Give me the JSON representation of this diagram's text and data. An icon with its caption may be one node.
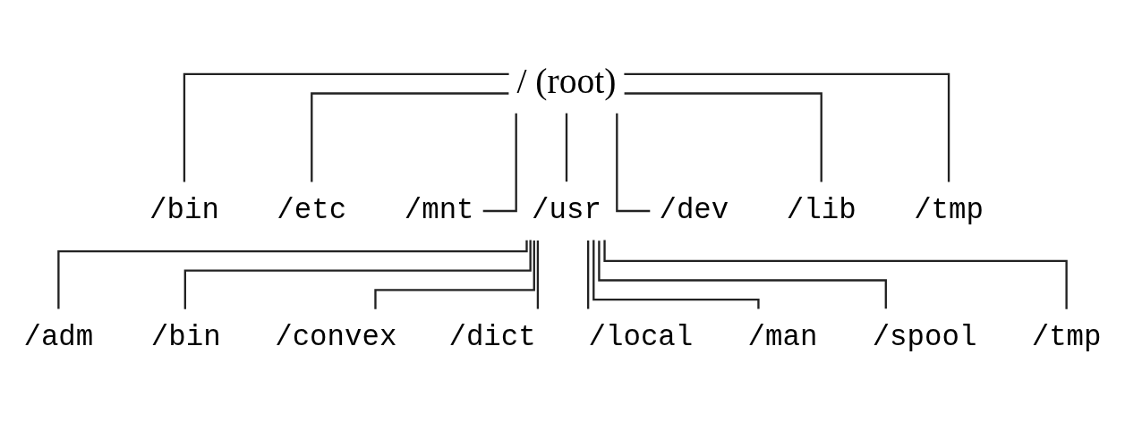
{
  "diagram": {
    "nodes": [
      {
        "text": [
          "/ (root)"
        ]
      },
      {
        "text": [
          "/bin"
        ]
      },
      {
        "text": [
          "/etc"
        ]
      },
      {
        "text": [
          "/mnt"
        ]
      },
      {
        "text": [
          "/usr"
        ]
      },
      {
        "text": [
          "/dev"
        ]
      },
      {
        "text": [
          "/lib"
        ]
      },
      {
        "text": [
          "/tmp"
        ]
      },
      {
        "text": [
          "/adm"
        ]
      },
      {
        "text": [
          "/bin"
        ]
      },
      {
        "text": [
          "/convex"
        ]
      },
      {
        "text": [
          "/dict"
        ]
      },
      {
        "text": [
          "/local"
        ]
      },
      {
        "text": [
          "/man"
        ]
      },
      {
        "text": [
          "/spool"
        ]
      },
      {
        "text": [
          "/tmp"
        ]
      }
    ],
    "edges": [
      {
        "from": 0,
        "to": 1,
        "arrow": "none"
      },
      {
        "from": 0,
        "to": 2,
        "arrow": "none"
      },
      {
        "from": 0,
        "to": 3,
        "arrow": "none"
      },
      {
        "from": 0,
        "to": 4,
        "arrow": "none"
      },
      {
        "from": 0,
        "to": 5,
        "arrow": "none"
      },
      {
        "from": 0,
        "to": 6,
        "arrow": "none"
      },
      {
        "from": 0,
        "to": 7,
        "arrow": "none"
      },
      {
        "from": 4,
        "to": 8,
        "arrow": "none"
      },
      {
        "from": 4,
        "to": 9,
        "arrow": "none"
      },
      {
        "from": 4,
        "to": 10,
        "arrow": "none"
      },
      {
        "from": 4,
        "to": 11,
        "arrow": "none"
      },
      {
        "from": 4,
        "to": 12,
        "arrow": "none"
      },
      {
        "from": 4,
        "to": 13,
        "arrow": "none"
      },
      {
        "from": 4,
        "to": 14,
        "arrow": "none"
      },
      {
        "from": 4,
        "to": 15,
        "arrow": "none"
      }
    ]
  }
}
